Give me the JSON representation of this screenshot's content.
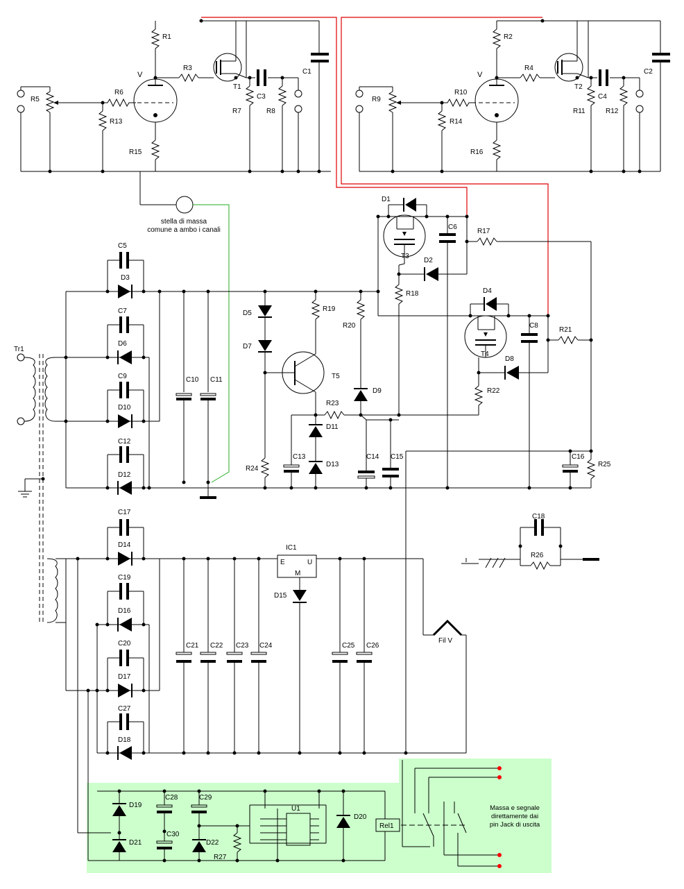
{
  "components": {
    "resistors": [
      "R1",
      "R2",
      "R3",
      "R4",
      "R5",
      "R6",
      "R7",
      "R8",
      "R9",
      "R10",
      "R11",
      "R12",
      "R13",
      "R14",
      "R15",
      "R16",
      "R17",
      "R18",
      "R19",
      "R20",
      "R21",
      "R22",
      "R23",
      "R24",
      "R25",
      "R26",
      "R27"
    ],
    "capacitors": [
      "C1",
      "C2",
      "C3",
      "C4",
      "C5",
      "C6",
      "C7",
      "C8",
      "C9",
      "C10",
      "C11",
      "C12",
      "C13",
      "C14",
      "C15",
      "C16",
      "C17",
      "C18",
      "C19",
      "C20",
      "C21",
      "C22",
      "C23",
      "C24",
      "C25",
      "C26",
      "C27",
      "C28",
      "C29",
      "C30"
    ],
    "diodes": [
      "D1",
      "D2",
      "D3",
      "D4",
      "D5",
      "D6",
      "D7",
      "D8",
      "D9",
      "D10",
      "D11",
      "D12",
      "D13",
      "D14",
      "D15",
      "D16",
      "D17",
      "D18",
      "D19",
      "D20",
      "D21",
      "D22"
    ],
    "transistors": [
      "T1",
      "T2",
      "T3",
      "T4",
      "T5"
    ],
    "tubes": [
      "V",
      "V"
    ],
    "other": {
      "transformer": "Tr1",
      "regulator": "IC1",
      "reg_e": "E",
      "reg_u": "U",
      "reg_m": "M",
      "ic": "U1",
      "relay": "Rel1",
      "heater": "Fil V"
    }
  },
  "notes": {
    "star_ground_1": "stella di massa",
    "star_ground_2": "comune a ambo i canali",
    "relay_note_1": "Massa e segnale",
    "relay_note_2": "direttamente dai",
    "relay_note_3": "pin Jack di uscita"
  },
  "colors": {
    "wire": "#000000",
    "supply_wire": "#e00000",
    "ground_wire": "#22aa22",
    "relay_area": "#ccffcc",
    "relay_contact": "#ff0000"
  }
}
